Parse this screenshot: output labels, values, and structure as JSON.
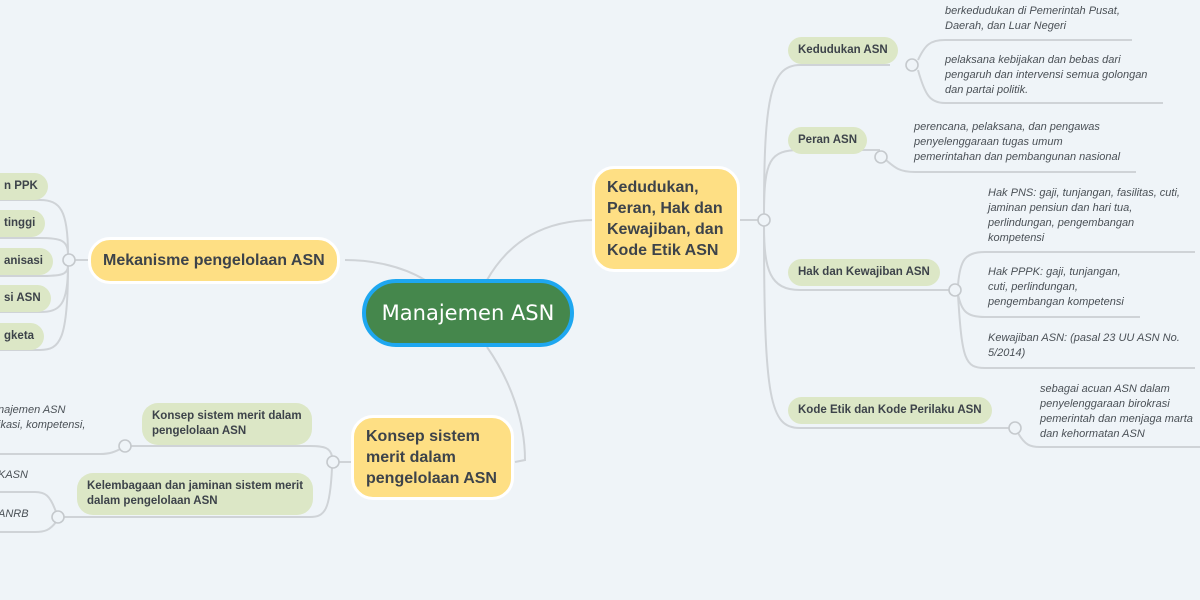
{
  "root": {
    "label": "Manajemen ASN"
  },
  "branches": {
    "kedudukan": {
      "label_lines": [
        "Kedudukan,",
        "Peran, Hak dan",
        "Kewajiban, dan",
        "Kode Etik ASN"
      ],
      "children": {
        "kedudukan_asn": {
          "label": "Kedudukan ASN",
          "leaves": [
            {
              "lines": [
                "berkedudukan di Pemerintah Pusat,",
                "Daerah, dan Luar Negeri"
              ]
            },
            {
              "lines": [
                "pelaksana kebijakan dan bebas dari",
                "pengaruh dan intervensi semua golongan",
                "dan partai politik."
              ]
            }
          ]
        },
        "peran_asn": {
          "label": "Peran ASN",
          "leaves": [
            {
              "lines": [
                "perencana, pelaksana, dan pengawas",
                "penyelenggaraan tugas umum",
                "pemerintahan dan pembangunan nasional"
              ]
            }
          ]
        },
        "hak_kewajiban": {
          "label": "Hak dan Kewajiban ASN",
          "leaves": [
            {
              "lines": [
                "Hak PNS: gaji, tunjangan, fasilitas, cuti,",
                "jaminan pensiun dan hari tua,",
                "perlindungan, pengembangan",
                "kompetensi"
              ]
            },
            {
              "lines": [
                "Hak PPPK: gaji, tunjangan,",
                "cuti, perlindungan,",
                "pengembangan kompetensi"
              ]
            },
            {
              "lines": [
                "Kewajiban ASN: (pasal 23 UU ASN No.",
                "5/2014)"
              ]
            }
          ]
        },
        "kode_etik": {
          "label": "Kode Etik dan Kode Perilaku ASN",
          "leaves": [
            {
              "lines": [
                "sebagai acuan ASN dalam",
                "penyelenggaraan birokrasi",
                "pemerintah dan menjaga marta",
                "dan kehormatan ASN"
              ]
            }
          ]
        }
      }
    },
    "mekanisme": {
      "label": "Mekanisme pengelolaan ASN",
      "children": [
        "n PPK",
        "tinggi",
        "anisasi",
        "si ASN",
        "gketa"
      ]
    },
    "merit": {
      "label_lines": [
        "Konsep sistem",
        "merit dalam",
        "pengelolaan ASN"
      ],
      "children": {
        "konsep": {
          "label_lines": [
            "Konsep sistem merit dalam",
            "pengelolaan ASN"
          ],
          "leaves": [
            {
              "lines": [
                "najemen ASN",
                "ikasi, kompetensi,"
              ]
            }
          ]
        },
        "kelembagaan": {
          "label_lines": [
            "Kelembagaan dan jaminan sistem merit",
            "dalam pengelolaan ASN"
          ],
          "leaves": [
            {
              "lines": [
                "KASN"
              ]
            },
            {
              "lines": [
                "ANRB"
              ]
            }
          ]
        }
      }
    }
  },
  "colors": {
    "background": "#eff4f8",
    "root_fill": "#45874c",
    "root_border": "#1ea7f0",
    "main_fill": "#fedf84",
    "sub_fill": "#dce7c6",
    "line": "#cfd3d7"
  }
}
